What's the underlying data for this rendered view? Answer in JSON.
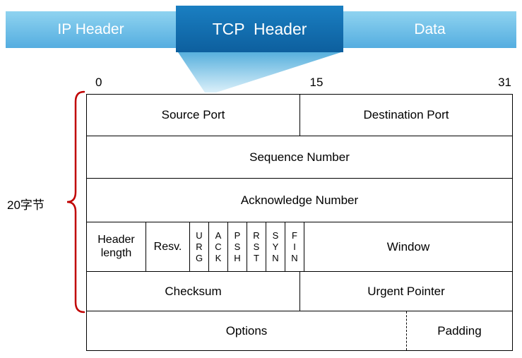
{
  "top_bar": {
    "segments": [
      {
        "id": "ip-header",
        "label": "IP Header"
      },
      {
        "id": "tcp-header",
        "label": "TCP  Header"
      },
      {
        "id": "data",
        "label": "Data"
      }
    ]
  },
  "bit_scale": {
    "start": "0",
    "middle": "15",
    "end": "31"
  },
  "side_label": "20字节",
  "table": {
    "row1": {
      "source_port": "Source Port",
      "destination_port": "Destination Port"
    },
    "row2": {
      "sequence_number": "Sequence Number"
    },
    "row3": {
      "acknowledge_number": "Acknowledge Number"
    },
    "row4": {
      "header_length": "Header length",
      "resv": "Resv.",
      "flags": [
        "URG",
        "ACK",
        "PSH",
        "RST",
        "SYN",
        "FIN"
      ],
      "window": "Window"
    },
    "row5": {
      "checksum": "Checksum",
      "urgent_pointer": "Urgent Pointer"
    },
    "row6": {
      "options": "Options",
      "padding": "Padding"
    }
  },
  "colors": {
    "light_blue_top": "#8fd3f0",
    "light_blue_bottom": "#54ade0",
    "dark_blue_top": "#1a7fc2",
    "dark_blue_bottom": "#0d5f9e",
    "funnel_top": "#58b0dd",
    "funnel_bottom": "#dbf0fa",
    "brace_red": "#c00000",
    "border_black": "#000000"
  }
}
